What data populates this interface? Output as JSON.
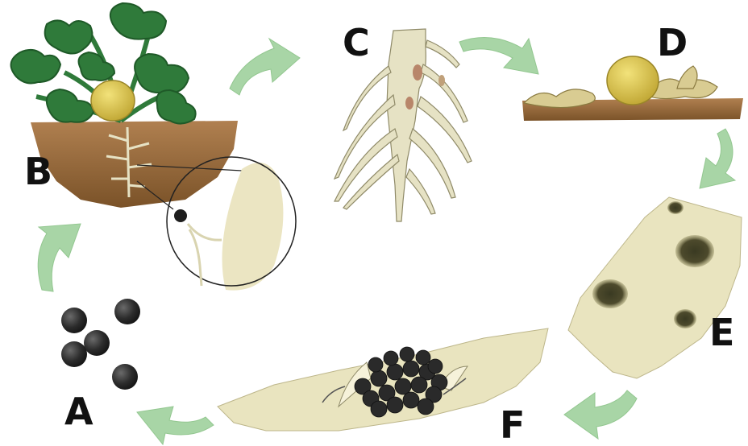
{
  "labels": {
    "a": "A",
    "b": "B",
    "c": "C",
    "d": "D",
    "e": "E",
    "f": "F"
  },
  "colors": {
    "arrow": "#a8d5a6",
    "soil": "#9a6b3c",
    "leaf": "#2f7a3a",
    "gall": "#d8c24a",
    "root": "#e6e2c4",
    "tissue": "#e9e4bf",
    "spore": "#2c2c2c"
  }
}
